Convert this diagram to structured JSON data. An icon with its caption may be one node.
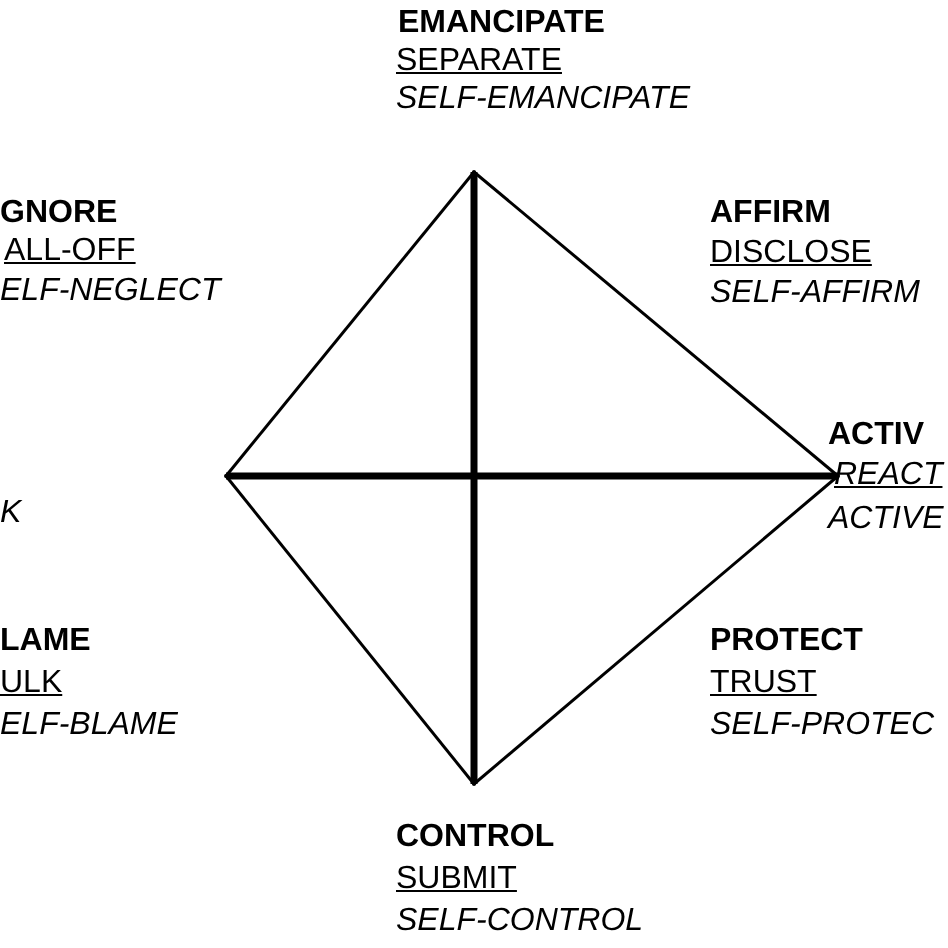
{
  "diagram": {
    "nodes": [
      {
        "text": [],
        "shape": "point"
      },
      {
        "text": [],
        "shape": "point"
      },
      {
        "text": [],
        "shape": "point"
      },
      {
        "text": [],
        "shape": "point"
      }
    ],
    "edges": [
      {
        "from": 0,
        "to": 2,
        "arrow": "none"
      },
      {
        "from": 2,
        "to": 3,
        "arrow": "none"
      },
      {
        "from": 3,
        "to": 1,
        "arrow": "none"
      },
      {
        "from": 1,
        "to": 0,
        "arrow": "none"
      },
      {
        "from": 0,
        "to": 3,
        "arrow": "none",
        "style": "thick"
      },
      {
        "from": 1,
        "to": 2,
        "arrow": "none",
        "style": "thick"
      }
    ],
    "labels": [
      "EMANCIPATE",
      "SEPARATE",
      "SELF-EMANCIPATE",
      "GNORE",
      "ALL-OFF",
      "ELF-NEGLECT",
      "AFFIRM",
      "DISCLOSE",
      "SELF-AFFIRM",
      "ACTIV",
      "REACT",
      "ACTIVE",
      "K",
      "LAME",
      "ULK",
      "ELF-BLAME",
      "PROTECT",
      "TRUST",
      "SELF-PROTEC",
      "CONTROL",
      "SUBMIT",
      "SELF-CONTROL"
    ]
  }
}
